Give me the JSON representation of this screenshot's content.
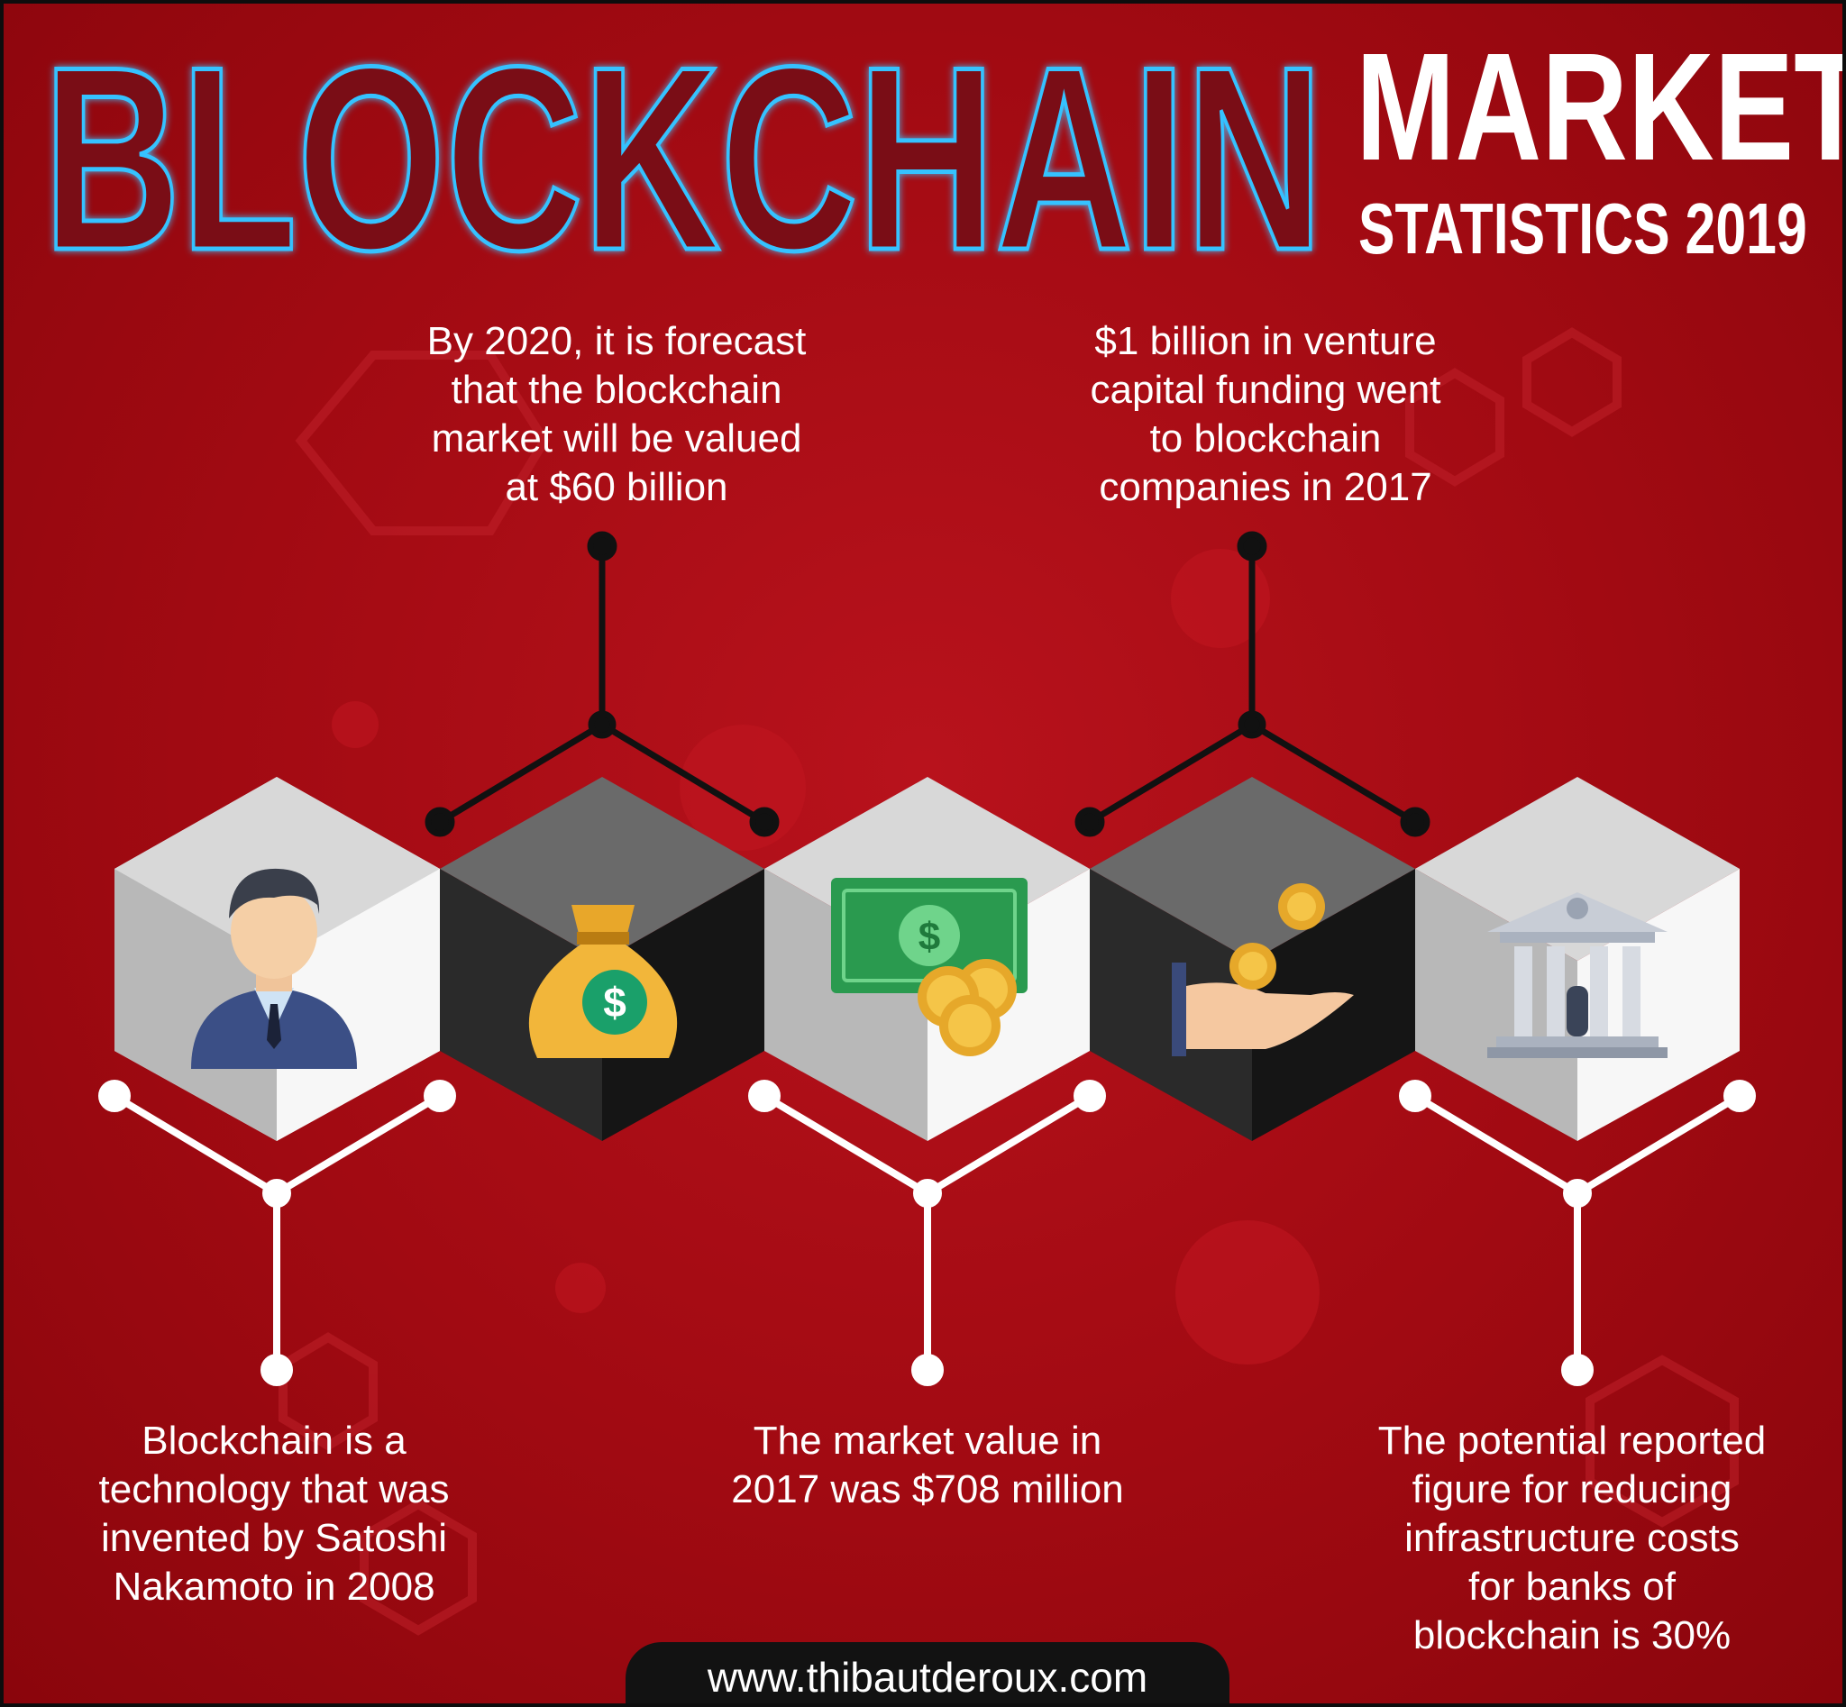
{
  "title": {
    "main": "BLOCKCHAIN",
    "line1": "MARKET",
    "line2": "STATISTICS 2019"
  },
  "stats": {
    "top_left": "By 2020, it is forecast that the blockchain market will be valued at $60 billion",
    "top_right": "$1 billion in venture capital funding went to blockchain companies in 2017",
    "bottom_left": "Blockchain is a technology that was invented by Satoshi Nakamoto in 2008",
    "bottom_middle": "The market value in 2017 was $708 million",
    "bottom_right": "The potential reported figure for reducing infrastructure costs for banks of blockchain is 30%"
  },
  "lines": {
    "top_left": [
      "By 2020, it is forecast",
      "that the blockchain",
      "market will be valued",
      "at $60 billion"
    ],
    "top_right": [
      "$1 billion in venture",
      "capital funding went",
      "to blockchain",
      "companies in 2017"
    ],
    "bottom_left": [
      "Blockchain is a",
      "technology that was",
      "invented by Satoshi",
      "Nakamoto in 2008"
    ],
    "bottom_middle": [
      "The market value in",
      "2017 was $708 million"
    ],
    "bottom_right": [
      "The potential reported",
      "figure for reducing",
      "infrastructure costs",
      "for banks of",
      "blockchain is 30%"
    ]
  },
  "icons": [
    "businessman-icon",
    "money-bag-icon",
    "cash-and-coins-icon",
    "hand-receiving-coins-icon",
    "bank-icon"
  ],
  "footer": {
    "url": "www.thibautderoux.com"
  },
  "colors": {
    "background": "#a80c14",
    "neon": "#2fb6ff",
    "dark_cube": "#1f1f1f",
    "light_cube": "#e6e6e6"
  }
}
